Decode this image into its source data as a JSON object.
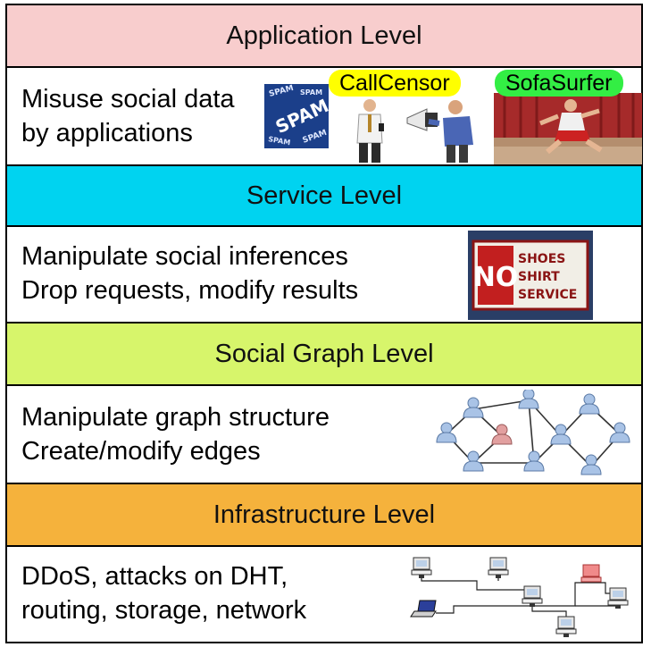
{
  "colors": {
    "application": "#f8cdcd",
    "service": "#00d3f0",
    "social_graph": "#d7f56b",
    "infrastructure": "#f5b23c",
    "callcensor_tag": "#ffff00",
    "sofasurfer_tag": "#33ee44"
  },
  "levels": [
    {
      "title": "Application Level",
      "description": [
        "Misuse social data",
        "by applications"
      ],
      "images": [
        {
          "icon": "spam-image",
          "label": "SPAM"
        },
        {
          "icon": "callcensor-image",
          "tag": "CallCensor"
        },
        {
          "icon": "sofasurfer-image",
          "tag": "SofaSurfer"
        }
      ]
    },
    {
      "title": "Service Level",
      "description": [
        "Manipulate social inferences",
        "Drop requests, modify results"
      ],
      "images": [
        {
          "icon": "no-service-sign-image",
          "sign_no": "NO",
          "sign_lines": [
            "SHOES",
            "SHIRT",
            "SERVICE"
          ]
        }
      ]
    },
    {
      "title": "Social Graph Level",
      "description": [
        "Manipulate graph structure",
        "Create/modify edges"
      ],
      "images": [
        {
          "icon": "social-graph-image"
        }
      ]
    },
    {
      "title": "Infrastructure Level",
      "description": [
        "DDoS, attacks on DHT,",
        "routing, storage, network"
      ],
      "images": [
        {
          "icon": "computer-network-image"
        }
      ]
    }
  ]
}
